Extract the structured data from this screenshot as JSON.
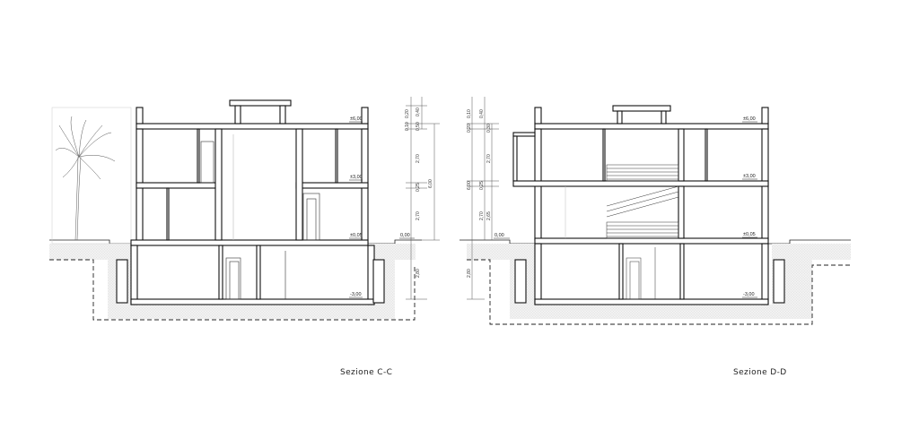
{
  "sections": [
    {
      "id": "cc",
      "title": "Sezione C-C",
      "levels": [
        "±6,00",
        "±3,00",
        "±0,05",
        "0,00",
        "-3,00"
      ],
      "dimensions": [
        "0,20",
        "0,40",
        "0,10",
        "0,50",
        "2,70",
        "6,00",
        "0,25",
        "2,70",
        "2,80"
      ]
    },
    {
      "id": "dd",
      "title": "Sezione D-D",
      "levels": [
        "±6,00",
        "±3,00",
        "±0,05",
        "0,00",
        "-3,00"
      ],
      "dimensions": [
        "0,10",
        "0,40",
        "0,20",
        "0,30",
        "2,70",
        "0,25",
        "6,00",
        "2,70",
        "2,65",
        "2,80"
      ]
    }
  ]
}
